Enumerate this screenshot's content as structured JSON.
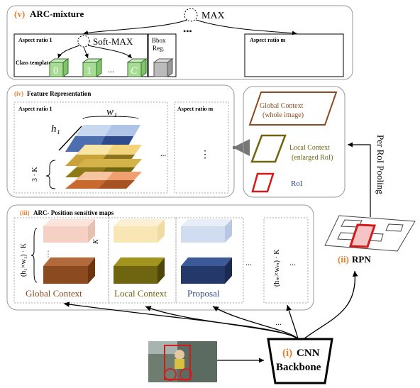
{
  "arc_mixture": {
    "number": "(v)",
    "title": "ARC-mixture",
    "max_label": "MAX",
    "dots": "•••",
    "aspect1_label": "Aspect ratio 1",
    "softmax_label": "Soft-MAX",
    "class_templates_label": "Class templates",
    "templates": [
      "0",
      "1",
      "C"
    ],
    "ellipsis": "...",
    "bbox_label_1": "Bbox",
    "bbox_label_2": "Reg.",
    "aspect_m_label": "Aspect ratio m"
  },
  "feature_rep": {
    "number": "(iv)",
    "title": "Feature Representation",
    "aspect1_label": "Aspect ratio 1",
    "aspect_m_label": "Aspect ratio m",
    "w_label": "w₁",
    "h_label": "h₁",
    "k_label": "3 · K",
    "dots_h": "...",
    "dots_v": "⋮"
  },
  "contexts": {
    "global_1": "Global Context",
    "global_2": "(whole image)",
    "local_1": "Local Context",
    "local_2": "(enlarged RoI)",
    "roi": "RoI"
  },
  "per_roi_pooling": "Per RoI Pooling",
  "arc_maps": {
    "number": "(iii)",
    "title": "ARC- Position sensitive maps",
    "k_small": "K",
    "h1w1_label": "(h₁×w₁) · K",
    "hmwm_label": "(hₘ×wₘ) · K",
    "global_label": "Global Context",
    "local_label": "Local Context",
    "proposal_label": "Proposal",
    "dots": "..."
  },
  "rpn": {
    "number": "(ii)",
    "label": "RPN"
  },
  "cnn": {
    "number": "(i)",
    "label_1": "CNN",
    "label_2": "Backbone"
  },
  "bottom_dots": "..."
}
